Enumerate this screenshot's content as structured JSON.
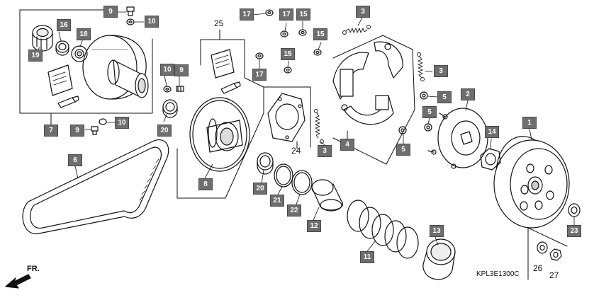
{
  "diagram": {
    "figure_code": "KPL3E1300C",
    "direction_label": "FR.",
    "callouts": [
      {
        "id": "c9a",
        "label": "9"
      },
      {
        "id": "c10a",
        "label": "10"
      },
      {
        "id": "c16",
        "label": "16"
      },
      {
        "id": "c18",
        "label": "18"
      },
      {
        "id": "c19",
        "label": "19"
      },
      {
        "id": "c7",
        "label": "7"
      },
      {
        "id": "c9b",
        "label": "9"
      },
      {
        "id": "c10b",
        "label": "10"
      },
      {
        "id": "c10c",
        "label": "10"
      },
      {
        "id": "c9c",
        "label": "9"
      },
      {
        "id": "c20a",
        "label": "20"
      },
      {
        "id": "c6",
        "label": "6"
      },
      {
        "id": "c8",
        "label": "8"
      },
      {
        "id": "c17a",
        "label": "17"
      },
      {
        "id": "c17b",
        "label": "17"
      },
      {
        "id": "c15a",
        "label": "15"
      },
      {
        "id": "c15b",
        "label": "15"
      },
      {
        "id": "c17c",
        "label": "17"
      },
      {
        "id": "c15c",
        "label": "15"
      },
      {
        "id": "c3a",
        "label": "3"
      },
      {
        "id": "c3b",
        "label": "3"
      },
      {
        "id": "c3c",
        "label": "3"
      },
      {
        "id": "c4",
        "label": "4"
      },
      {
        "id": "c20b",
        "label": "20"
      },
      {
        "id": "c21",
        "label": "21"
      },
      {
        "id": "c22",
        "label": "22"
      },
      {
        "id": "c12",
        "label": "12"
      },
      {
        "id": "c11",
        "label": "11"
      },
      {
        "id": "c13",
        "label": "13"
      },
      {
        "id": "c5a",
        "label": "5"
      },
      {
        "id": "c5b",
        "label": "5"
      },
      {
        "id": "c5c",
        "label": "5"
      },
      {
        "id": "c2",
        "label": "2"
      },
      {
        "id": "c14",
        "label": "14"
      },
      {
        "id": "c1",
        "label": "1"
      },
      {
        "id": "c23",
        "label": "23"
      }
    ],
    "plain_labels": [
      {
        "id": "p25",
        "label": "25"
      },
      {
        "id": "p24",
        "label": "24"
      },
      {
        "id": "p26",
        "label": "26"
      },
      {
        "id": "p27",
        "label": "27"
      }
    ]
  }
}
